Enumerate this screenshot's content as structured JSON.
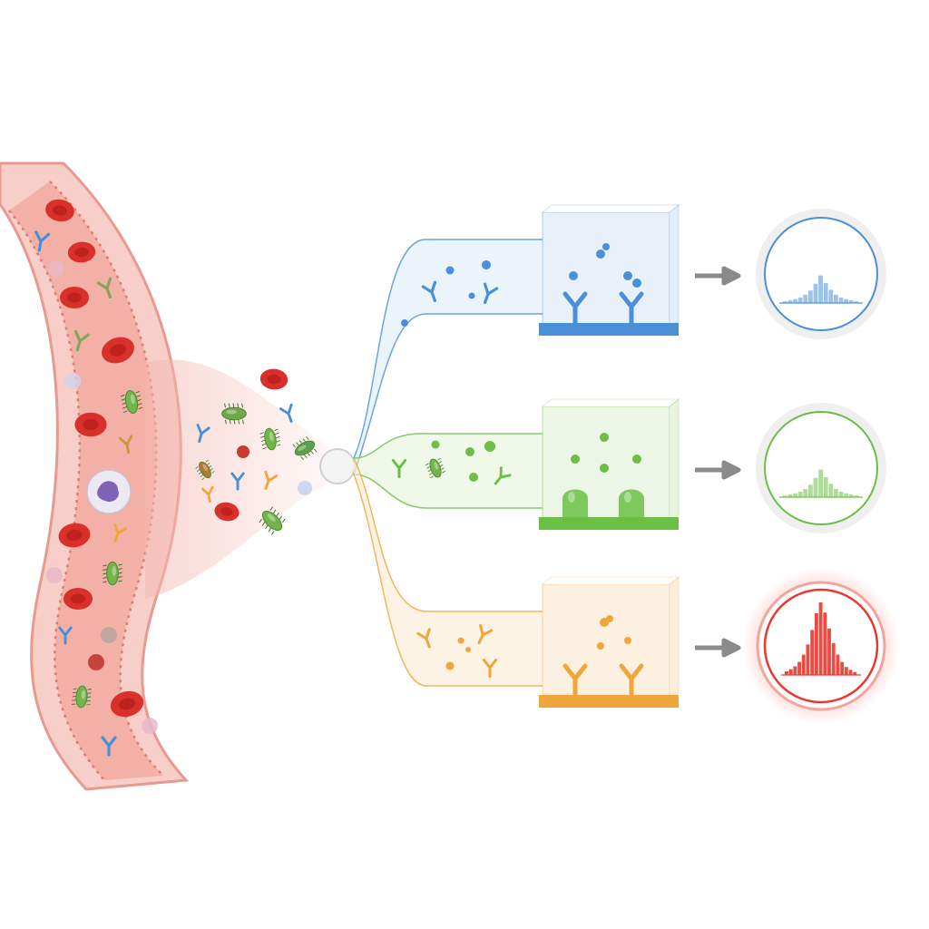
{
  "colors": {
    "background": "#ffffff",
    "vessel_wall": "#f2a9a0",
    "vessel_lumen": "#f6c4bc",
    "vessel_edge": "#e07b70",
    "rbc": "#d9302c",
    "rbc_center": "#b51f1c",
    "wbc": "#ece9f3",
    "wbc_nucleus": "#7d62b6",
    "bacteria": "#74b54a",
    "hub": "#f2f2f2",
    "arrow": "#8a8a8a",
    "channel_blue": "#4a90d9",
    "channel_green": "#6bbf45",
    "channel_orange": "#f0a63a",
    "signal_positive": "#e8382f"
  },
  "icons": {
    "red_blood_cell": "rbc-icon",
    "white_blood_cell": "wbc-icon",
    "bacterium": "bacterium-icon",
    "antibody": "antibody-icon",
    "arrow": "arrow-right-icon"
  },
  "channels": [
    {
      "id": "blue",
      "color": "#4a90d9",
      "light": "#dcebf8",
      "capture": "antibody",
      "signal": "low"
    },
    {
      "id": "green",
      "color": "#6bbf45",
      "light": "#e3f2d9",
      "capture": "receptor",
      "signal": "low"
    },
    {
      "id": "orange",
      "color": "#f0a63a",
      "light": "#fbead0",
      "capture": "antibody",
      "signal": "high"
    }
  ],
  "histogram_bins": {
    "low": [
      0.06,
      0.1,
      0.14,
      0.2,
      0.3,
      0.45,
      0.7,
      1.0,
      0.72,
      0.48,
      0.3,
      0.2,
      0.14,
      0.1,
      0.06
    ],
    "high": [
      0.05,
      0.08,
      0.12,
      0.18,
      0.28,
      0.42,
      0.62,
      0.85,
      1.0,
      0.86,
      0.64,
      0.44,
      0.28,
      0.18,
      0.11,
      0.07,
      0.04
    ]
  },
  "signal_levels": {
    "low": 0.38,
    "high": 1.0
  }
}
